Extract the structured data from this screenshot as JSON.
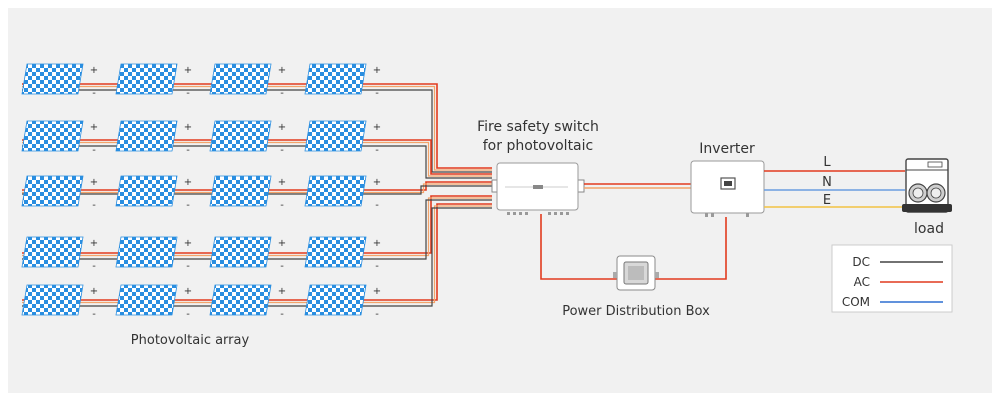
{
  "labels": {
    "switch_line1": "Fire safety switch",
    "switch_line2": "for photovoltaic",
    "inverter": "Inverter",
    "load": "load",
    "power_box": "Power Distribution Box",
    "pv_array": "Photovoltaic array",
    "line_L": "L",
    "line_N": "N",
    "line_E": "E",
    "plus": "+",
    "minus": "-"
  },
  "legend": [
    {
      "label": "DC",
      "color": "#444444"
    },
    {
      "label": "AC",
      "color": "#e03a1e"
    },
    {
      "label": "COM",
      "color": "#2d6fd0"
    }
  ],
  "colors": {
    "dc": "#444444",
    "ac": "#e03a1e",
    "wire_red": "#e23b1f",
    "wire_orange": "#f3a46a",
    "n_line": "#6a9ee0",
    "e_line": "#f2c342",
    "panel_blue": "#2a8ee0",
    "background": "#f1f1f1"
  },
  "pv_rows": 5,
  "pv_panels_per_row": 4
}
